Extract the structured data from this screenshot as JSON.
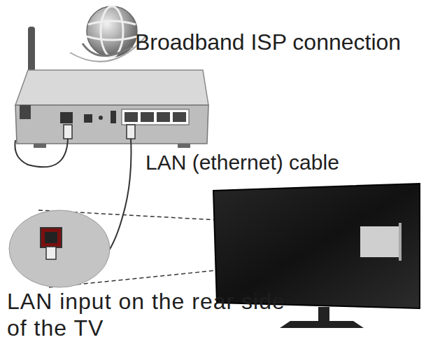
{
  "diagram": {
    "labels": [
      "Broadband ISP connection",
      "LAN (ethernet) cable",
      "LAN input on the rear side of the TV"
    ]
  }
}
